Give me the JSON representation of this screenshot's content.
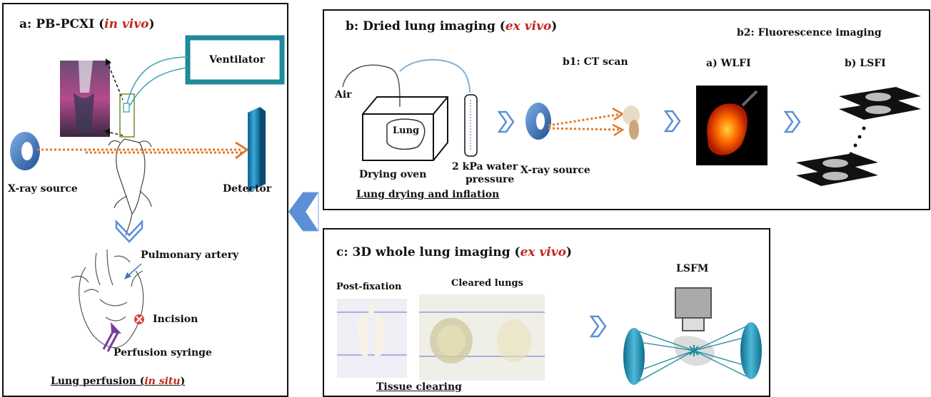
{
  "panel_a": {
    "title_prefix": "a: PB-PCXI (",
    "title_italic": "in vivo",
    "title_suffix": ")",
    "ventilator": "Ventilator",
    "xray_source": "X-ray source",
    "detector": "Detector",
    "pulmonary_artery": "Pulmonary artery",
    "incision": "Incision",
    "perfusion_syringe": "Perfusion syringe",
    "caption_prefix": "Lung perfusion (",
    "caption_italic": "in situ",
    "caption_suffix": ")"
  },
  "panel_b": {
    "title_prefix": "b:  Dried lung imaging (",
    "title_italic": "ex vivo",
    "title_suffix": ")",
    "b2_title": "b2: Fluorescence imaging",
    "b1_title": "b1: CT scan",
    "wlfi": "a) WLFI",
    "lsfi": "b) LSFI",
    "air": "Air",
    "lung": "Lung",
    "drying_oven": "Drying oven",
    "water_pressure_1": "2 kPa water",
    "water_pressure_2": "pressure",
    "xray_source": "X-ray source",
    "caption": "Lung drying and inflation"
  },
  "panel_c": {
    "title_prefix": "c: 3D whole lung imaging (",
    "title_italic": "ex vivo",
    "title_suffix": ")",
    "post_fixation": "Post-fixation",
    "cleared_lungs": "Cleared lungs",
    "lsfm": "LSFM",
    "caption": "Tissue clearing"
  },
  "colors": {
    "teal": "#1f8a9a",
    "ring_blue": "#2f6fb6",
    "orange_beam": "#e07a2a",
    "chevron_blue": "#5b8fd6",
    "title_red": "#c0261e"
  }
}
